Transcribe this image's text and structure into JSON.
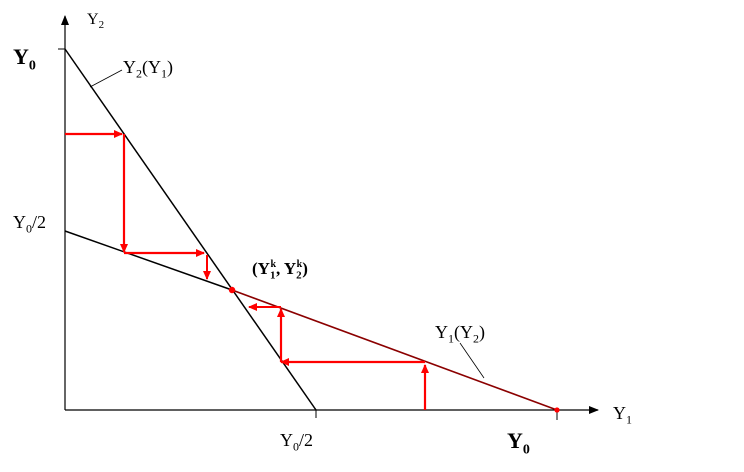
{
  "colors": {
    "axis": "#000000",
    "reaction": "#000000",
    "arrows": "#ff0000",
    "point": "#ff0000",
    "tail": "#8b0000"
  },
  "axes": {
    "y_axis_label": {
      "main": "Y",
      "sub": "2"
    },
    "x_axis_label": {
      "main": "Y",
      "sub": "1"
    }
  },
  "ticks": {
    "y_top": {
      "main": "Y",
      "sub": "0"
    },
    "y_half": {
      "main": "Y",
      "sub": "0",
      "suffix": "/2"
    },
    "x_half": {
      "main": "Y",
      "sub": "0",
      "suffix": "/2"
    },
    "x_end": {
      "main": "Y",
      "sub": "0"
    }
  },
  "curves": {
    "reaction_2": {
      "main": "Y",
      "sub": "2",
      "arg_main": "Y",
      "arg_sub": "1"
    },
    "reaction_1": {
      "main": "Y",
      "sub": "1",
      "arg_main": "Y",
      "arg_sub": "2"
    }
  },
  "equilibrium": {
    "open": "(",
    "a_main": "Y",
    "a_sub": "1",
    "a_sup": "k",
    "sep": ", ",
    "b_main": "Y",
    "b_sub": "2",
    "b_sup": "k",
    "close": ")"
  }
}
